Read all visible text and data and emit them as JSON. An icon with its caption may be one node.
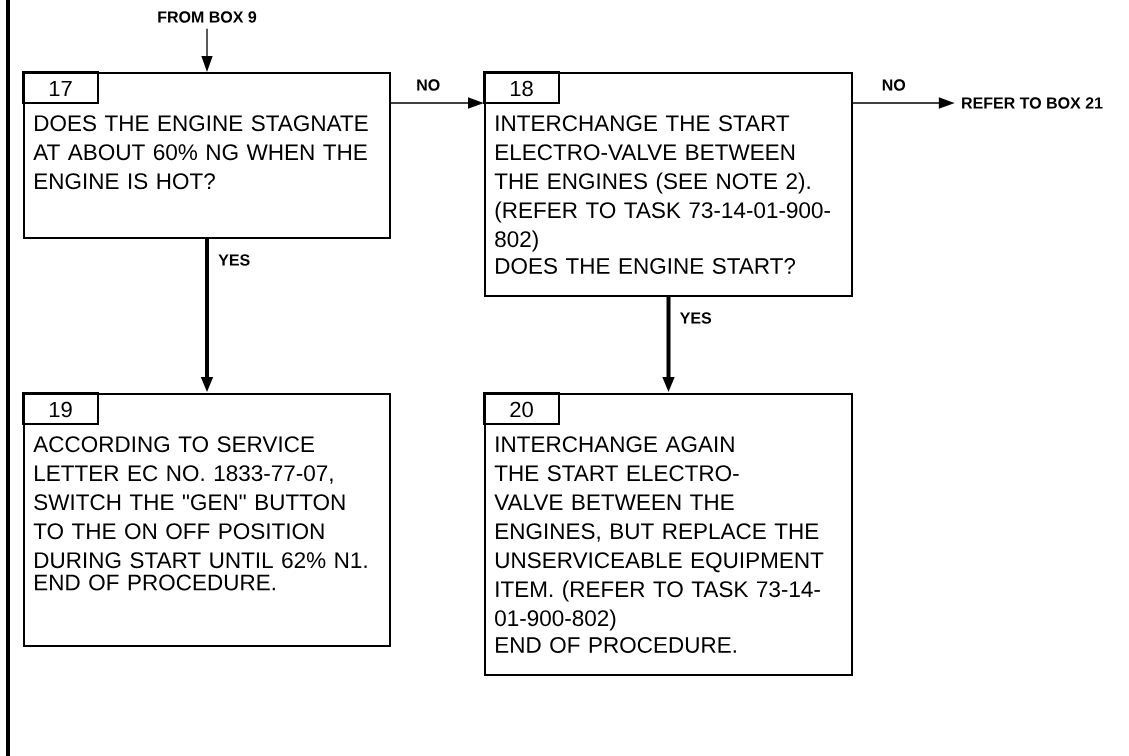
{
  "diagram": {
    "nodes": [
      {
        "text": [
          "FROM BOX 9"
        ]
      },
      {
        "text": [
          "17",
          "DOES THE ENGINE STAGNATE AT ABOUT 60% NG WHEN THE ENGINE IS HOT?"
        ]
      },
      {
        "text": [
          "18",
          "INTERCHANGE THE START ELECTRO-VALVE BETWEEN THE ENGINES (SEE NOTE 2). (REFER TO TASK 73-14-01-900-802)",
          "DOES THE ENGINE START?"
        ]
      },
      {
        "text": [
          "REFER TO BOX 21"
        ]
      },
      {
        "text": [
          "19",
          "ACCORDING TO SERVICE LETTER EC NO. 1833-77-07, SWITCH THE \"GEN\" BUTTON TO THE ON OFF POSITION DURING START UNTIL 62% N1.",
          "END OF PROCEDURE."
        ]
      },
      {
        "text": [
          "20",
          "INTERCHANGE AGAIN THE START ELECTRO-VALVE BETWEEN THE ENGINES, BUT REPLACE THE UNSERVICEABLE EQUIPMENT ITEM. (REFER TO TASK 73-14-01-900-802)",
          "END OF PROCEDURE."
        ]
      }
    ],
    "edges": [
      {
        "from": 0,
        "to": 1,
        "arrow": "to"
      },
      {
        "from": 1,
        "to": 2,
        "arrow": "to",
        "label": "NO"
      },
      {
        "from": 2,
        "to": 3,
        "arrow": "to",
        "label": "NO"
      },
      {
        "from": 1,
        "to": 4,
        "arrow": "to",
        "label": "YES",
        "style": "thick"
      },
      {
        "from": 2,
        "to": 5,
        "arrow": "to",
        "label": "YES",
        "style": "thick"
      }
    ]
  }
}
